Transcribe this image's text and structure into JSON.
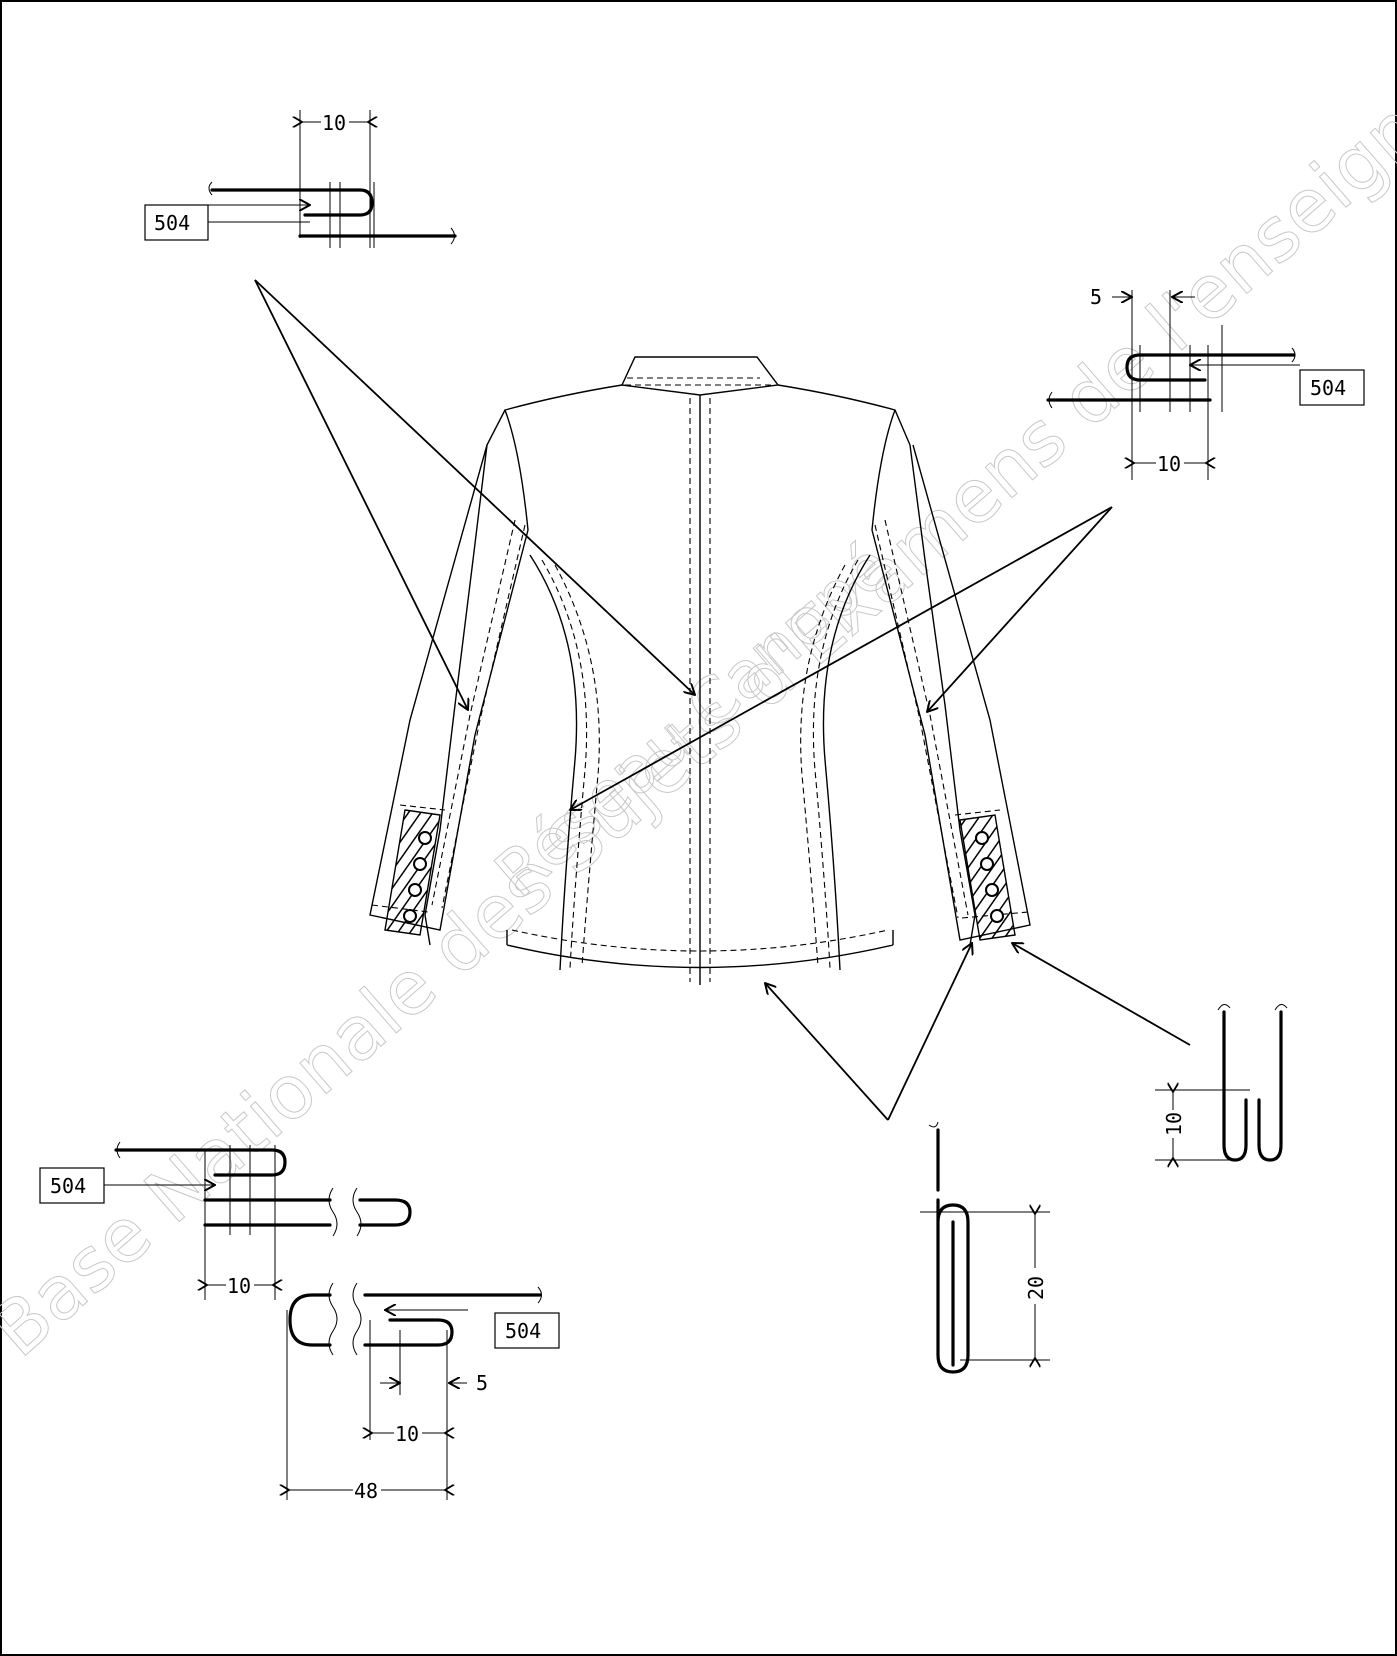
{
  "labels": {
    "stitch_type": "504",
    "dim_10": "10",
    "dim_5": "5",
    "dim_20": "20",
    "dim_48": "48"
  },
  "watermark": {
    "line1": "Base Nationale des Sujets d'Examens de l'enseignement professionnel",
    "line2": "Réseau Canopé"
  }
}
